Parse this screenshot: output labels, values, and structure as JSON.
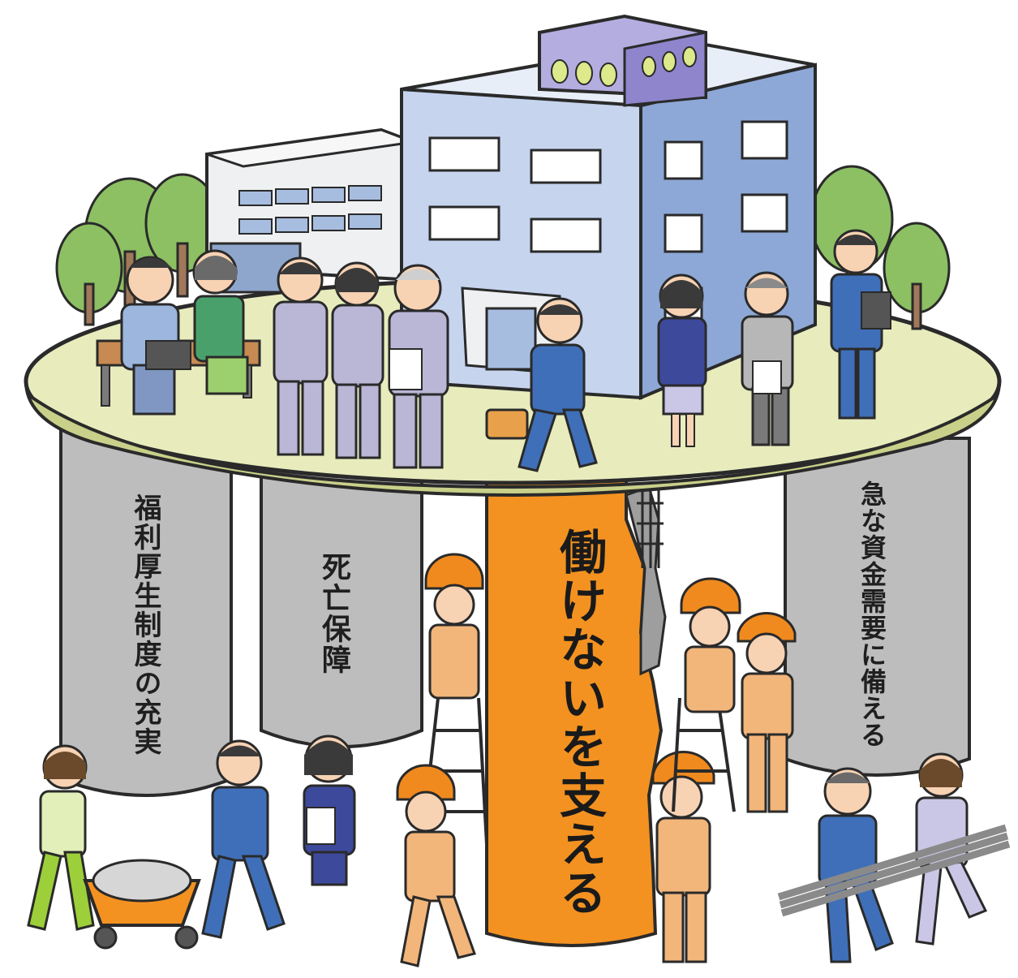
{
  "pillars": {
    "welfare": "福利厚生制度の充実",
    "death": "死亡保障",
    "disability": "働けないを支える",
    "funds": "急な資金需要に備える"
  },
  "colors": {
    "platform": "#e8ecbd",
    "pillar_gray": "#bdbdbd",
    "pillar_orange": "#f39221",
    "building_blue": "#a7bde0",
    "building_light": "#eef0f2",
    "suit_blue": "#3f6fb8",
    "work_uniform": "#b9b6d6",
    "worker_orange": "#f2b57a",
    "helmet_orange": "#f08a1e",
    "tree_green": "#8cc063"
  }
}
